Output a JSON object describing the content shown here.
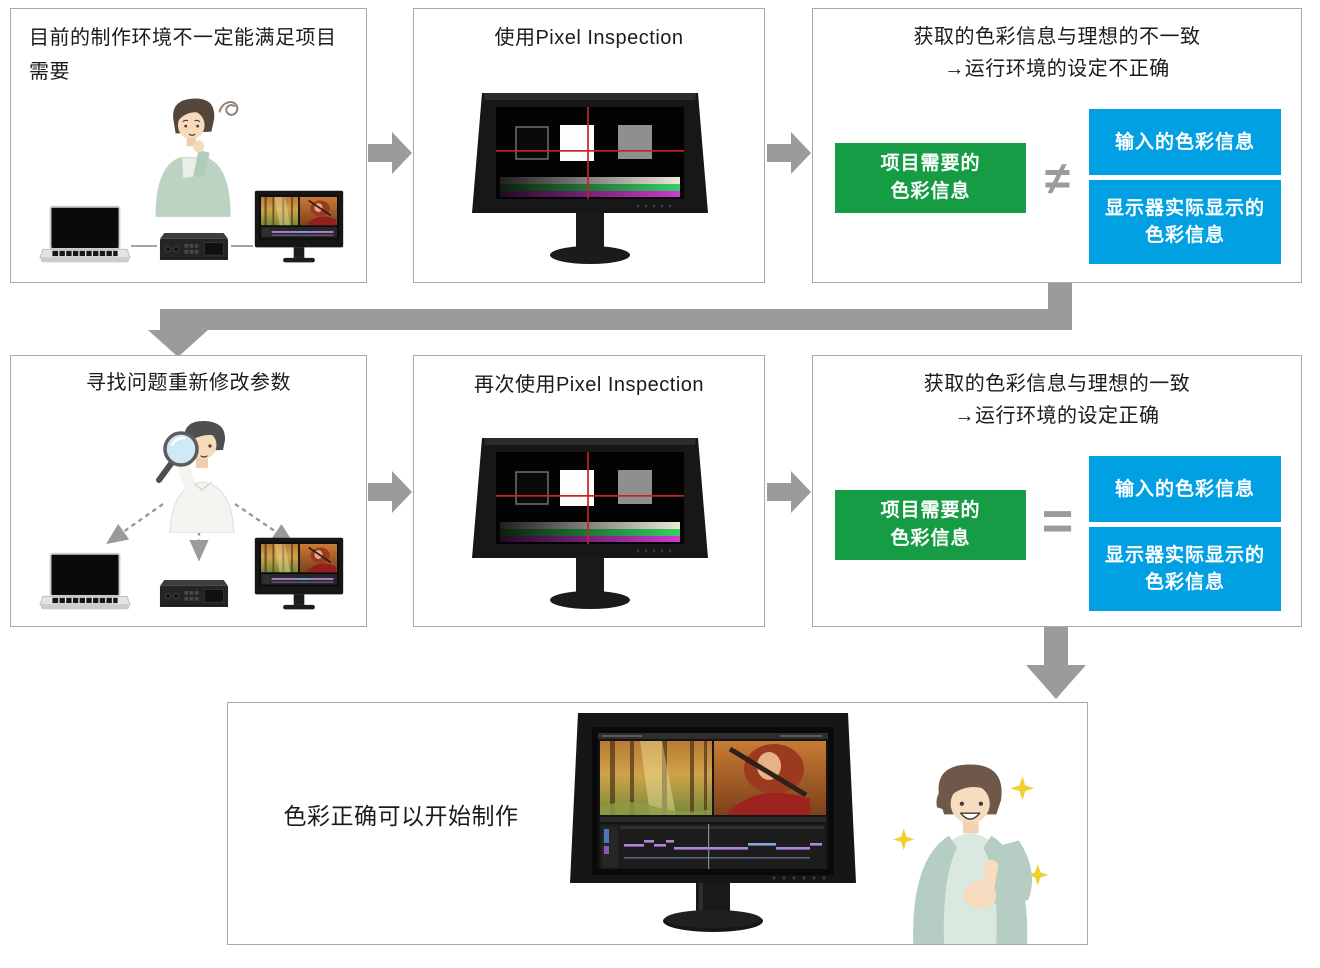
{
  "colors": {
    "green": "#169c44",
    "blue": "#00a0e2",
    "arrow": "#9b9b9b",
    "box-border": "#a9a9a9",
    "text": "#1b1b1b"
  },
  "steps": {
    "step1": {
      "title_line1": "目前的制作环境不一定能满足项目",
      "title_line2": "需要"
    },
    "step2": {
      "title": "使用Pixel Inspection"
    },
    "step3": {
      "title_line1": "获取的色彩信息与理想的不一致",
      "title_line2": "→运行环境的设定不正确",
      "operator": "≠"
    },
    "step4": {
      "title": "寻找问题重新修改参数"
    },
    "step5": {
      "title": "再次使用Pixel Inspection"
    },
    "step6": {
      "title_line1": "获取的色彩信息与理想的一致",
      "title_line2": "→运行环境的设定正确",
      "operator": "="
    },
    "step7": {
      "title": "色彩正确可以开始制作"
    }
  },
  "comparison": {
    "required_line1": "项目需要的",
    "required_line2": "色彩信息",
    "input_label": "输入的色彩信息",
    "display_line1": "显示器实际显示的",
    "display_line2": "色彩信息"
  }
}
